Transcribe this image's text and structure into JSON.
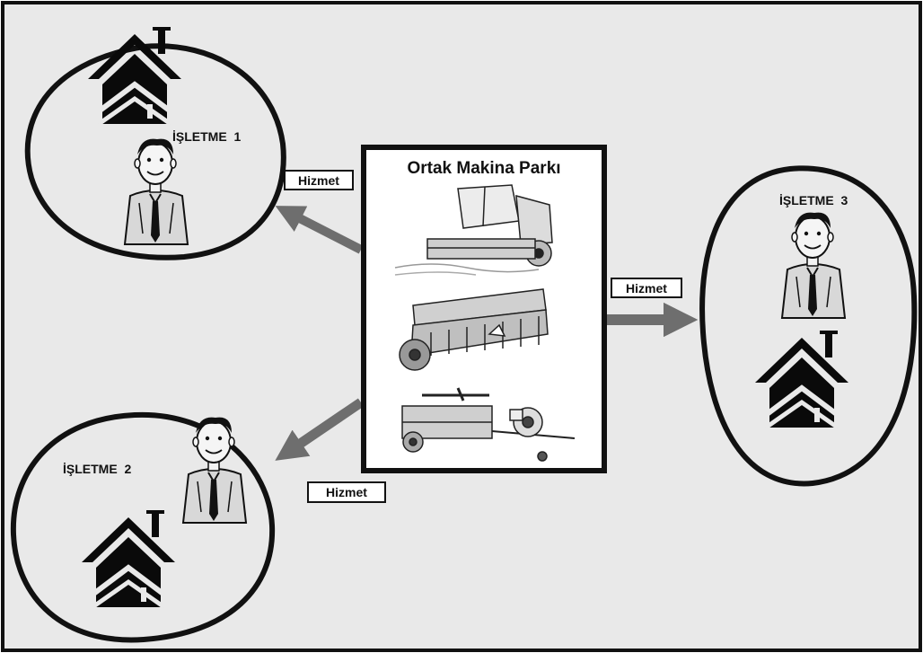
{
  "center": {
    "title": "Ortak Makina Parkı"
  },
  "farms": [
    {
      "label": "İŞLETME  1"
    },
    {
      "label": "İŞLETME  2"
    },
    {
      "label": "İŞLETME  3"
    }
  ],
  "service_labels": [
    "Hizmet",
    "Hizmet",
    "Hizmet"
  ],
  "colors": {
    "background": "#e9e9e9",
    "border": "#111111",
    "arrow": "#6e6e6e",
    "house": "#0a0a0a"
  },
  "icons": [
    "house-icon",
    "person-icon",
    "combine-harvester-icon",
    "seed-drill-icon",
    "baler-icon"
  ]
}
